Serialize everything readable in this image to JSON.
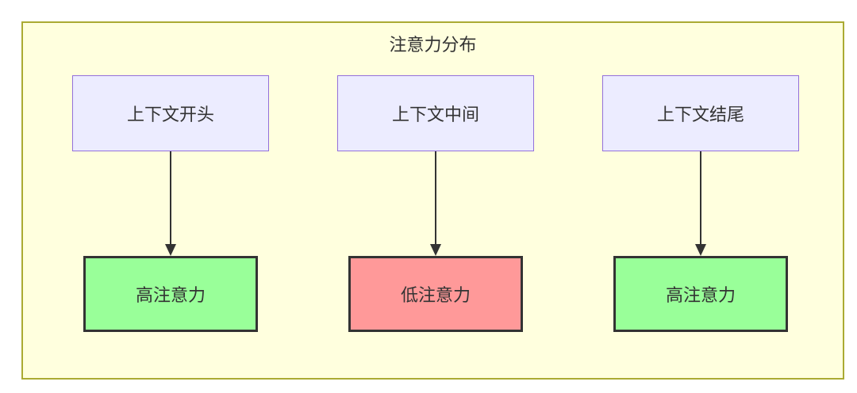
{
  "diagram": {
    "title": "注意力分布",
    "columns": [
      {
        "source": "上下文开头",
        "target": "高注意力",
        "target_type": "high"
      },
      {
        "source": "上下文中间",
        "target": "低注意力",
        "target_type": "low"
      },
      {
        "source": "上下文结尾",
        "target": "高注意力",
        "target_type": "high"
      }
    ],
    "colors": {
      "page_bg": "#ffffff",
      "container_bg": "#ffffde",
      "container_border": "#aaaa33",
      "source_node_bg": "#ececff",
      "source_node_border": "#9370db",
      "high_attention_bg": "#99ff99",
      "low_attention_bg": "#ff9999",
      "dark_border": "#333333",
      "text": "#333333",
      "arrow": "#333333"
    }
  }
}
